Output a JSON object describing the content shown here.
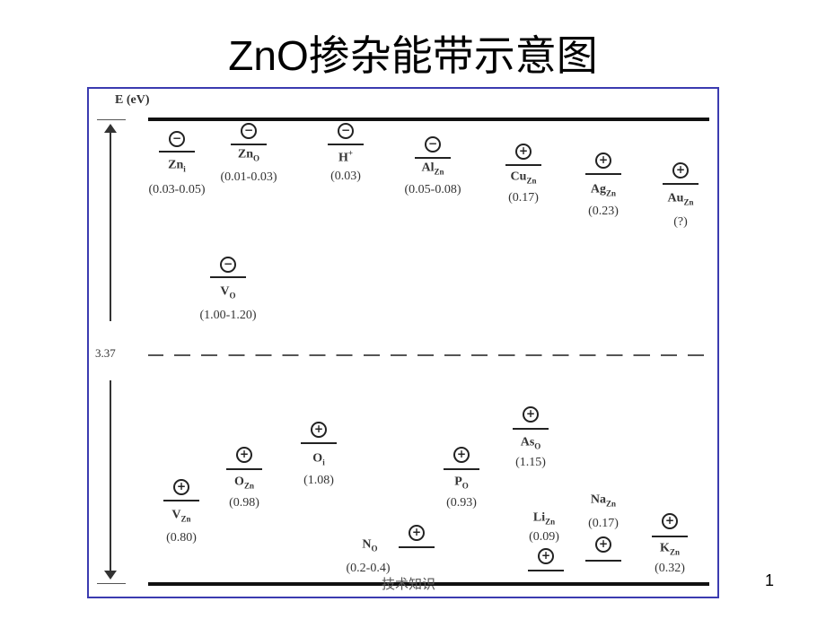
{
  "title": "ZnO掺杂能带示意图",
  "axis_label": "E (eV)",
  "gap_label": "3.37",
  "page_number": "1",
  "watermark": "技术知识",
  "defects": [
    {
      "sym": "Zn",
      "sub": "i",
      "sup": "",
      "value": "(0.03-0.05)",
      "charge": "−"
    },
    {
      "sym": "Zn",
      "sub": "O",
      "sup": "",
      "value": "(0.01-0.03)",
      "charge": "−"
    },
    {
      "sym": "H",
      "sub": "",
      "sup": "+",
      "value": "(0.03)",
      "charge": "−"
    },
    {
      "sym": "Al",
      "sub": "Zn",
      "sup": "",
      "value": "(0.05-0.08)",
      "charge": "−"
    },
    {
      "sym": "Cu",
      "sub": "Zn",
      "sup": "",
      "value": "(0.17)",
      "charge": "+"
    },
    {
      "sym": "Ag",
      "sub": "Zn",
      "sup": "",
      "value": "(0.23)",
      "charge": "+"
    },
    {
      "sym": "Au",
      "sub": "Zn",
      "sup": "",
      "value": "(?)",
      "charge": "+"
    },
    {
      "sym": "V",
      "sub": "O",
      "sup": "",
      "value": "(1.00-1.20)",
      "charge": "−"
    },
    {
      "sym": "V",
      "sub": "Zn",
      "sup": "",
      "value": "(0.80)",
      "charge": "+"
    },
    {
      "sym": "O",
      "sub": "Zn",
      "sup": "",
      "value": "(0.98)",
      "charge": "+"
    },
    {
      "sym": "O",
      "sub": "i",
      "sup": "",
      "value": "(1.08)",
      "charge": "+"
    },
    {
      "sym": "N",
      "sub": "O",
      "sup": "",
      "value": "(0.2-0.4)",
      "charge": "+"
    },
    {
      "sym": "P",
      "sub": "O",
      "sup": "",
      "value": "(0.93)",
      "charge": "+"
    },
    {
      "sym": "As",
      "sub": "O",
      "sup": "",
      "value": "(1.15)",
      "charge": "+"
    },
    {
      "sym": "Li",
      "sub": "Zn",
      "sup": "",
      "value": "(0.09)",
      "charge": "+"
    },
    {
      "sym": "Na",
      "sub": "Zn",
      "sup": "",
      "value": "(0.17)",
      "charge": "+"
    },
    {
      "sym": "K",
      "sub": "Zn",
      "sup": "",
      "value": "(0.32)",
      "charge": "+"
    }
  ]
}
